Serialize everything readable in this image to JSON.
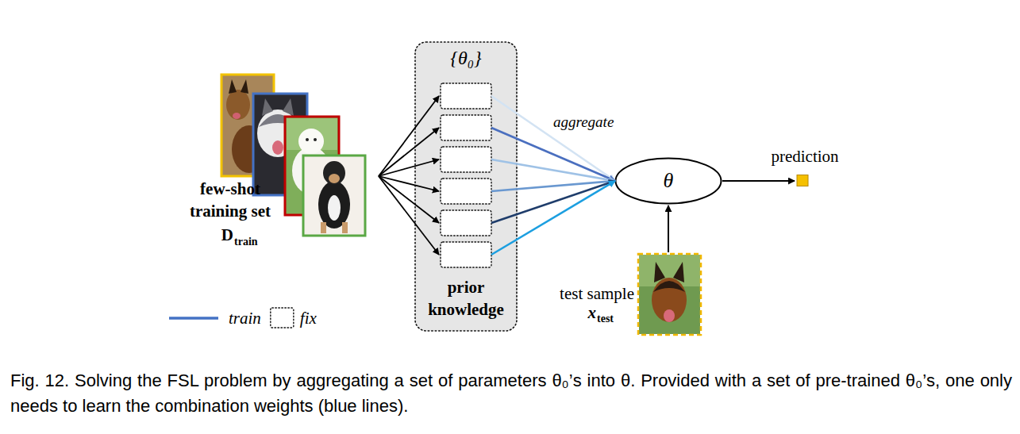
{
  "diagram": {
    "caption": "Fig. 12. Solving the FSL problem by aggregating a set of parameters θ₀’s into θ. Provided with a set of pre-trained θ₀’s, one only needs to learn the combination weights (blue lines).",
    "nodes": [
      {
        "text": [
          "{θ₀}",
          "prior knowledge"
        ]
      },
      {
        "text": [
          "θ"
        ]
      }
    ],
    "labels": [
      "few-shot training set",
      "D",
      "train",
      "aggregate",
      "prediction",
      "test sample",
      "x",
      "test"
    ],
    "legend": [
      {
        "text": "train"
      },
      {
        "text": "fix"
      }
    ]
  }
}
